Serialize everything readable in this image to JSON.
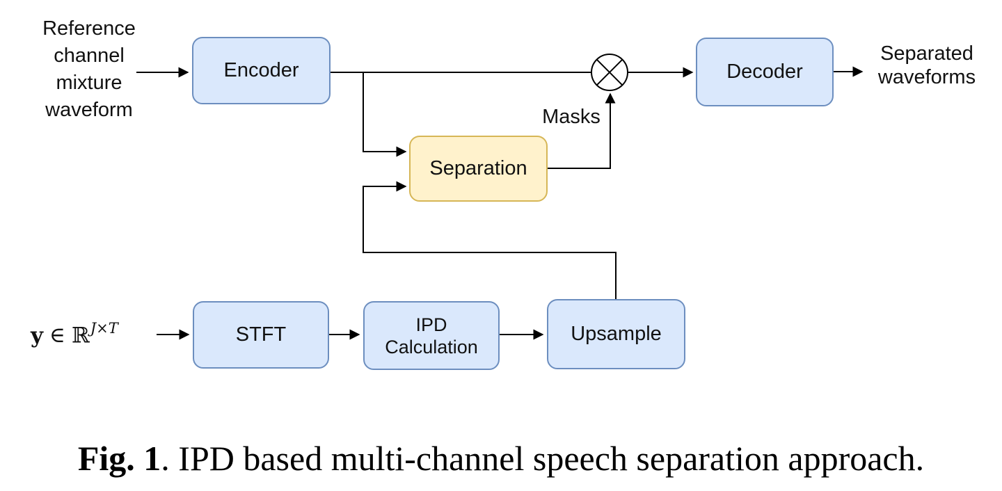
{
  "figure": {
    "caption": {
      "label": "Fig. 1",
      "rest": ". IPD based multi-channel speech separation approach."
    }
  },
  "diagram": {
    "nodes": {
      "encoder": "Encoder",
      "separation": "Separation",
      "decoder": "Decoder",
      "stft": "STFT",
      "ipd": "IPD\nCalculation",
      "upsample": "Upsample"
    },
    "labels": {
      "reference_input": "Reference\nchannel\nmixture\nwaveform",
      "output": "Separated\nwaveforms",
      "masks": "Masks",
      "math": {
        "symbol": "y",
        "element_of": "∈",
        "set": "ℝ",
        "superscript": "J×T"
      }
    },
    "operator": {
      "type": "elementwise-multiply",
      "symbol": "⊗"
    },
    "colors": {
      "node_fill_blue": "#dae8fc",
      "node_border_blue": "#6c8ebf",
      "node_fill_yellow": "#fff2cc",
      "node_border_yellow": "#d6b656",
      "line": "#000000",
      "background": "#ffffff"
    }
  }
}
